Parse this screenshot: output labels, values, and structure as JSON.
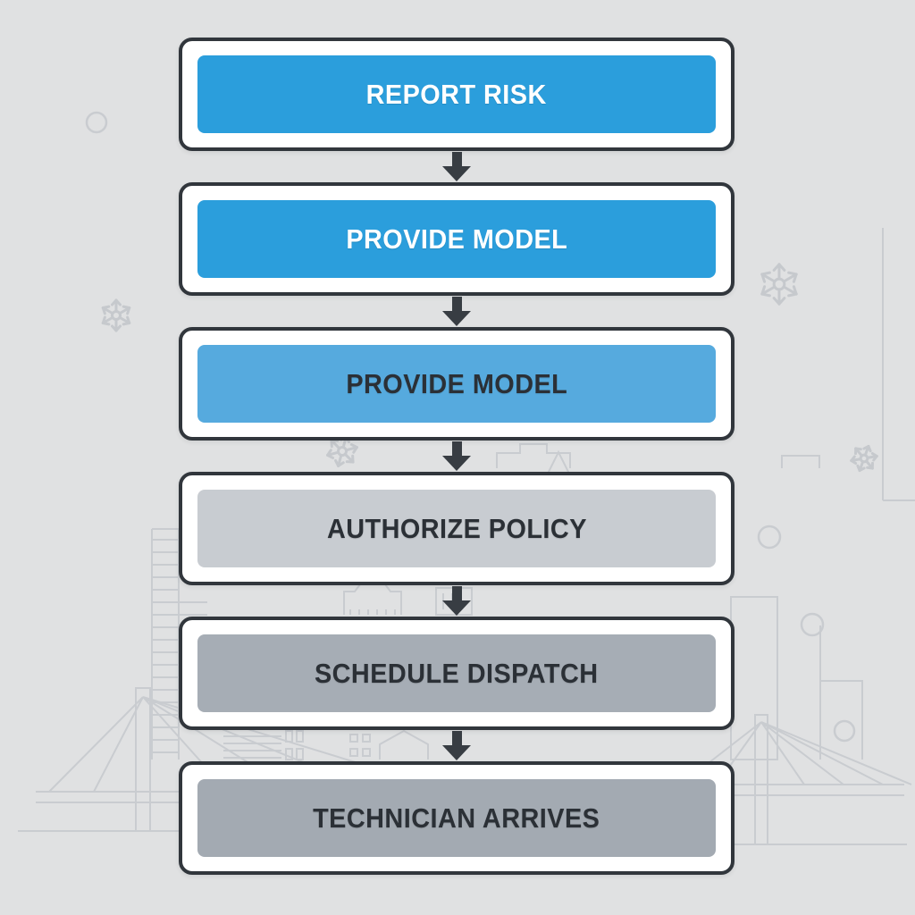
{
  "flow": {
    "steps": [
      {
        "label": "REPORT RISK",
        "fill": "#2b9edc",
        "text_color": "#ffffff"
      },
      {
        "label": "PROVIDE MODEL",
        "fill": "#2b9edc",
        "text_color": "#ffffff"
      },
      {
        "label": "PROVIDE MODEL",
        "fill": "#56aade",
        "text_color": "#2b3036"
      },
      {
        "label": "AUTHORIZE POLICY",
        "fill": "#c8ccd1",
        "text_color": "#2b3036"
      },
      {
        "label": "SCHEDULE DISPATCH",
        "fill": "#a6adb5",
        "text_color": "#2b3036"
      },
      {
        "label": "TECHNICIAN ARRIVES",
        "fill": "#a3aab2",
        "text_color": "#2b3036"
      }
    ],
    "connector_color": "#383d43",
    "card_fill": "#ffffff",
    "card_border_color": "#31363c"
  },
  "background": {
    "color": "#e0e1e2",
    "line_art_color": "#c9ccd0",
    "motifs": [
      "city-skyline",
      "cable-stayed-bridge",
      "snowflakes",
      "circle-outlines",
      "triangle-outline"
    ]
  }
}
